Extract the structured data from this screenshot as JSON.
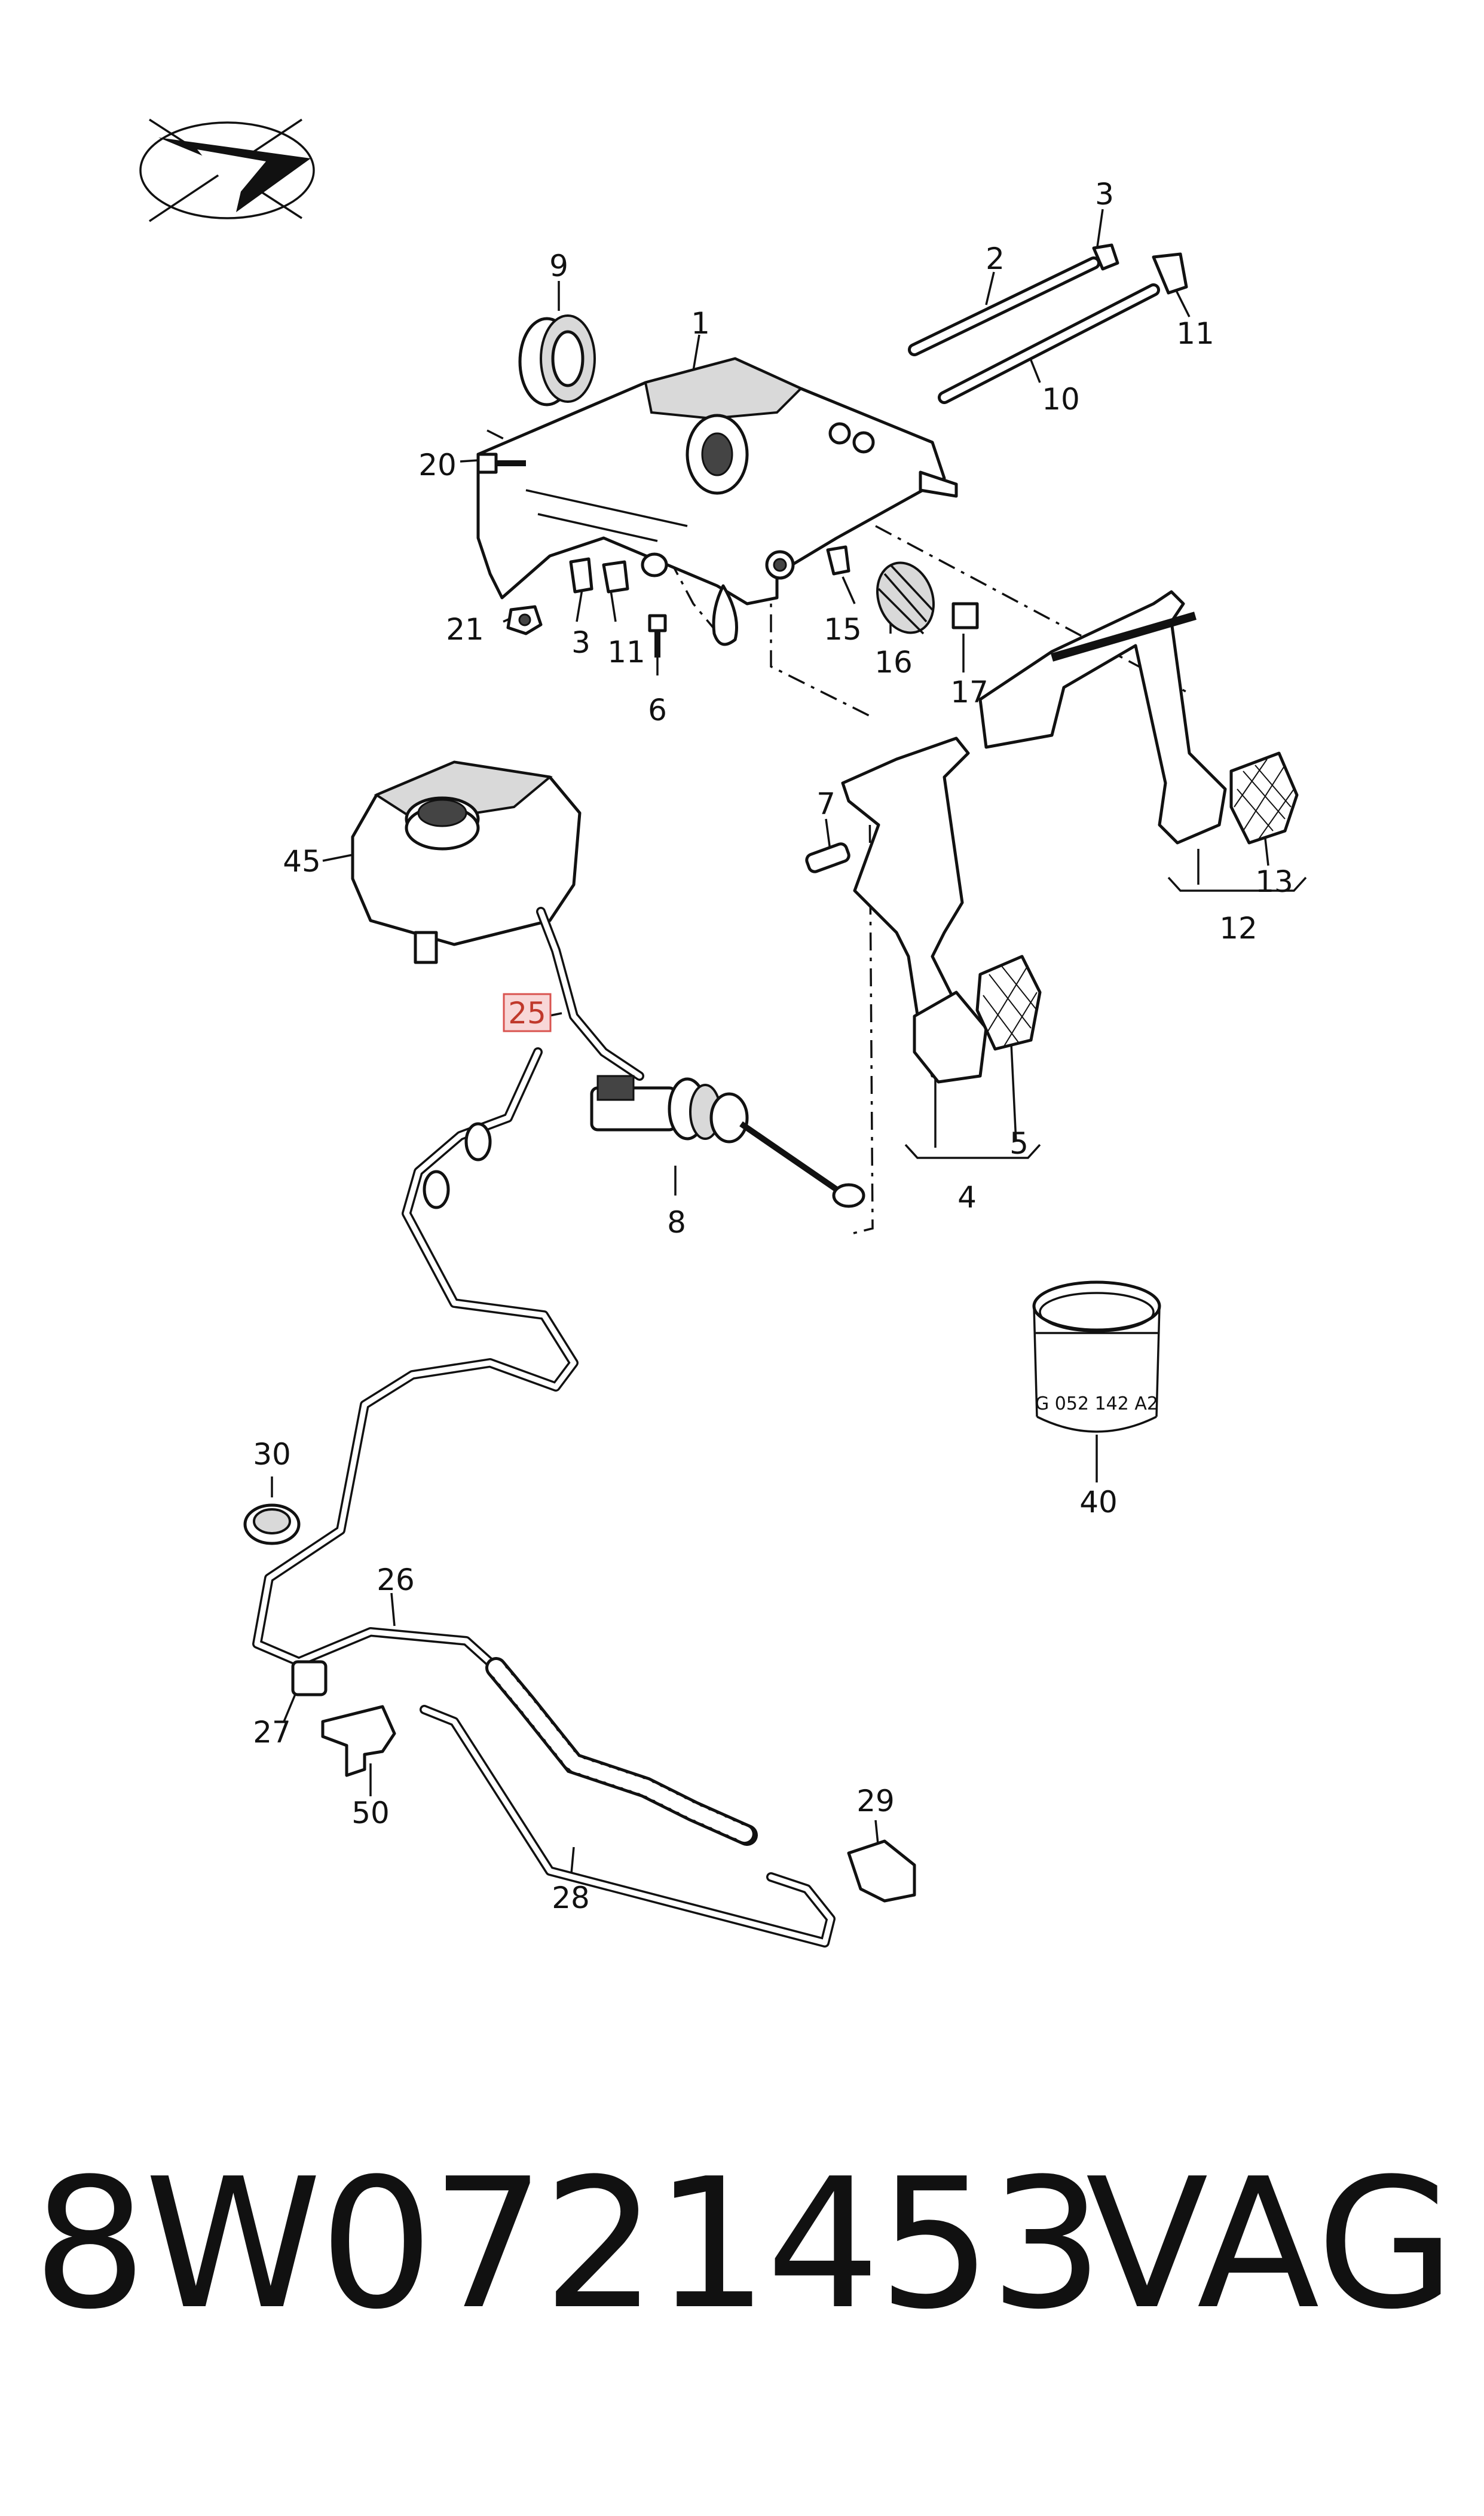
{
  "callouts": {
    "c1": "1",
    "c2": "2",
    "c3a": "3",
    "c3b": "3",
    "c4": "4",
    "c5": "5",
    "c6": "6",
    "c7": "7",
    "c8": "8",
    "c9": "9",
    "c10": "10",
    "c11a": "11",
    "c11b": "11",
    "c12": "12",
    "c13": "13",
    "c15": "15",
    "c16": "16",
    "c17": "17",
    "c20": "20",
    "c21": "21",
    "c25": "25",
    "c26": "26",
    "c27": "27",
    "c28": "28",
    "c29": "29",
    "c30": "30",
    "c40": "40",
    "c45": "45",
    "c50": "50"
  },
  "highlighted_callout": "25",
  "grease_tube_text": "G 052 142 A2",
  "footer": {
    "part_number": "8W0721453",
    "brand": "VAG"
  },
  "colors": {
    "ink": "#111111",
    "highlight_fill": "#f8d7d7",
    "highlight_stroke": "#d9534f"
  },
  "icons": {
    "logo": "direction-arrow-logo-icon"
  }
}
